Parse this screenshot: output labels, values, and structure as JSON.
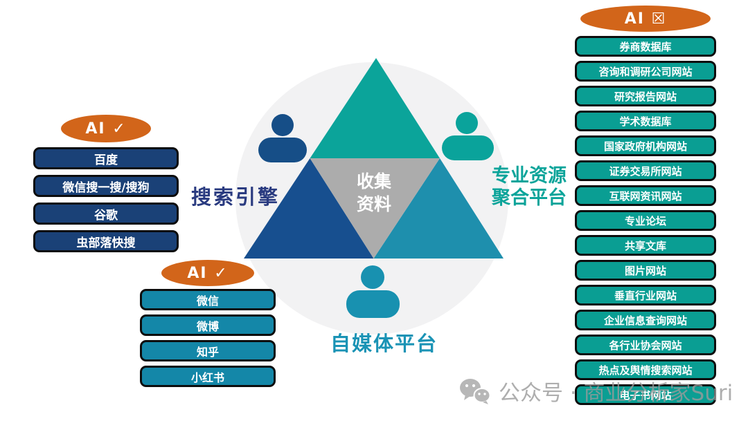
{
  "center": {
    "line1": "收集",
    "line2": "资料"
  },
  "groups": {
    "search": {
      "badge": "AI ✓",
      "label": "搜索引擎",
      "items": [
        "百度",
        "微信搜一搜/搜狗",
        "谷歌",
        "虫部落快搜"
      ]
    },
    "self_media": {
      "badge": "AI ✓",
      "label": "自媒体平台",
      "items": [
        "微信",
        "微博",
        "知乎",
        "小红书"
      ]
    },
    "professional": {
      "badge": "AI ☒",
      "label_line1": "专业资源",
      "label_line2": "聚合平台",
      "items": [
        "券商数据库",
        "咨询和调研公司网站",
        "研究报告网站",
        "学术数据库",
        "国家政府机构网站",
        "证券交易所网站",
        "互联网资讯网站",
        "专业论坛",
        "共享文库",
        "图片网站",
        "垂直行业网站",
        "企业信息查询网站",
        "各行业协会网站",
        "热点及舆情搜索网站",
        "电子书网站"
      ]
    }
  },
  "watermark": {
    "text": "公众号 · 商业分析家Suri",
    "icon": "wechat-icon"
  },
  "icons": {
    "persons": "person-icon",
    "watermark": "wechat-chat-bubbles-icon"
  },
  "colors": {
    "badge_orange": "#D2651A",
    "search_button_navy": "#1A4177",
    "self_media_button_teal": "#1487A8",
    "professional_button_green": "#0A9E93",
    "triangle_top": "#0BA49A",
    "triangle_left": "#174F8F",
    "triangle_right": "#1E8FAD",
    "triangle_center_gray": "#ACACAC",
    "circle_gray": "#F2F2F3",
    "label_search_navy": "#2A3B80",
    "label_media_teal": "#1A93B5",
    "watermark_gray": "#9B9B9B"
  }
}
